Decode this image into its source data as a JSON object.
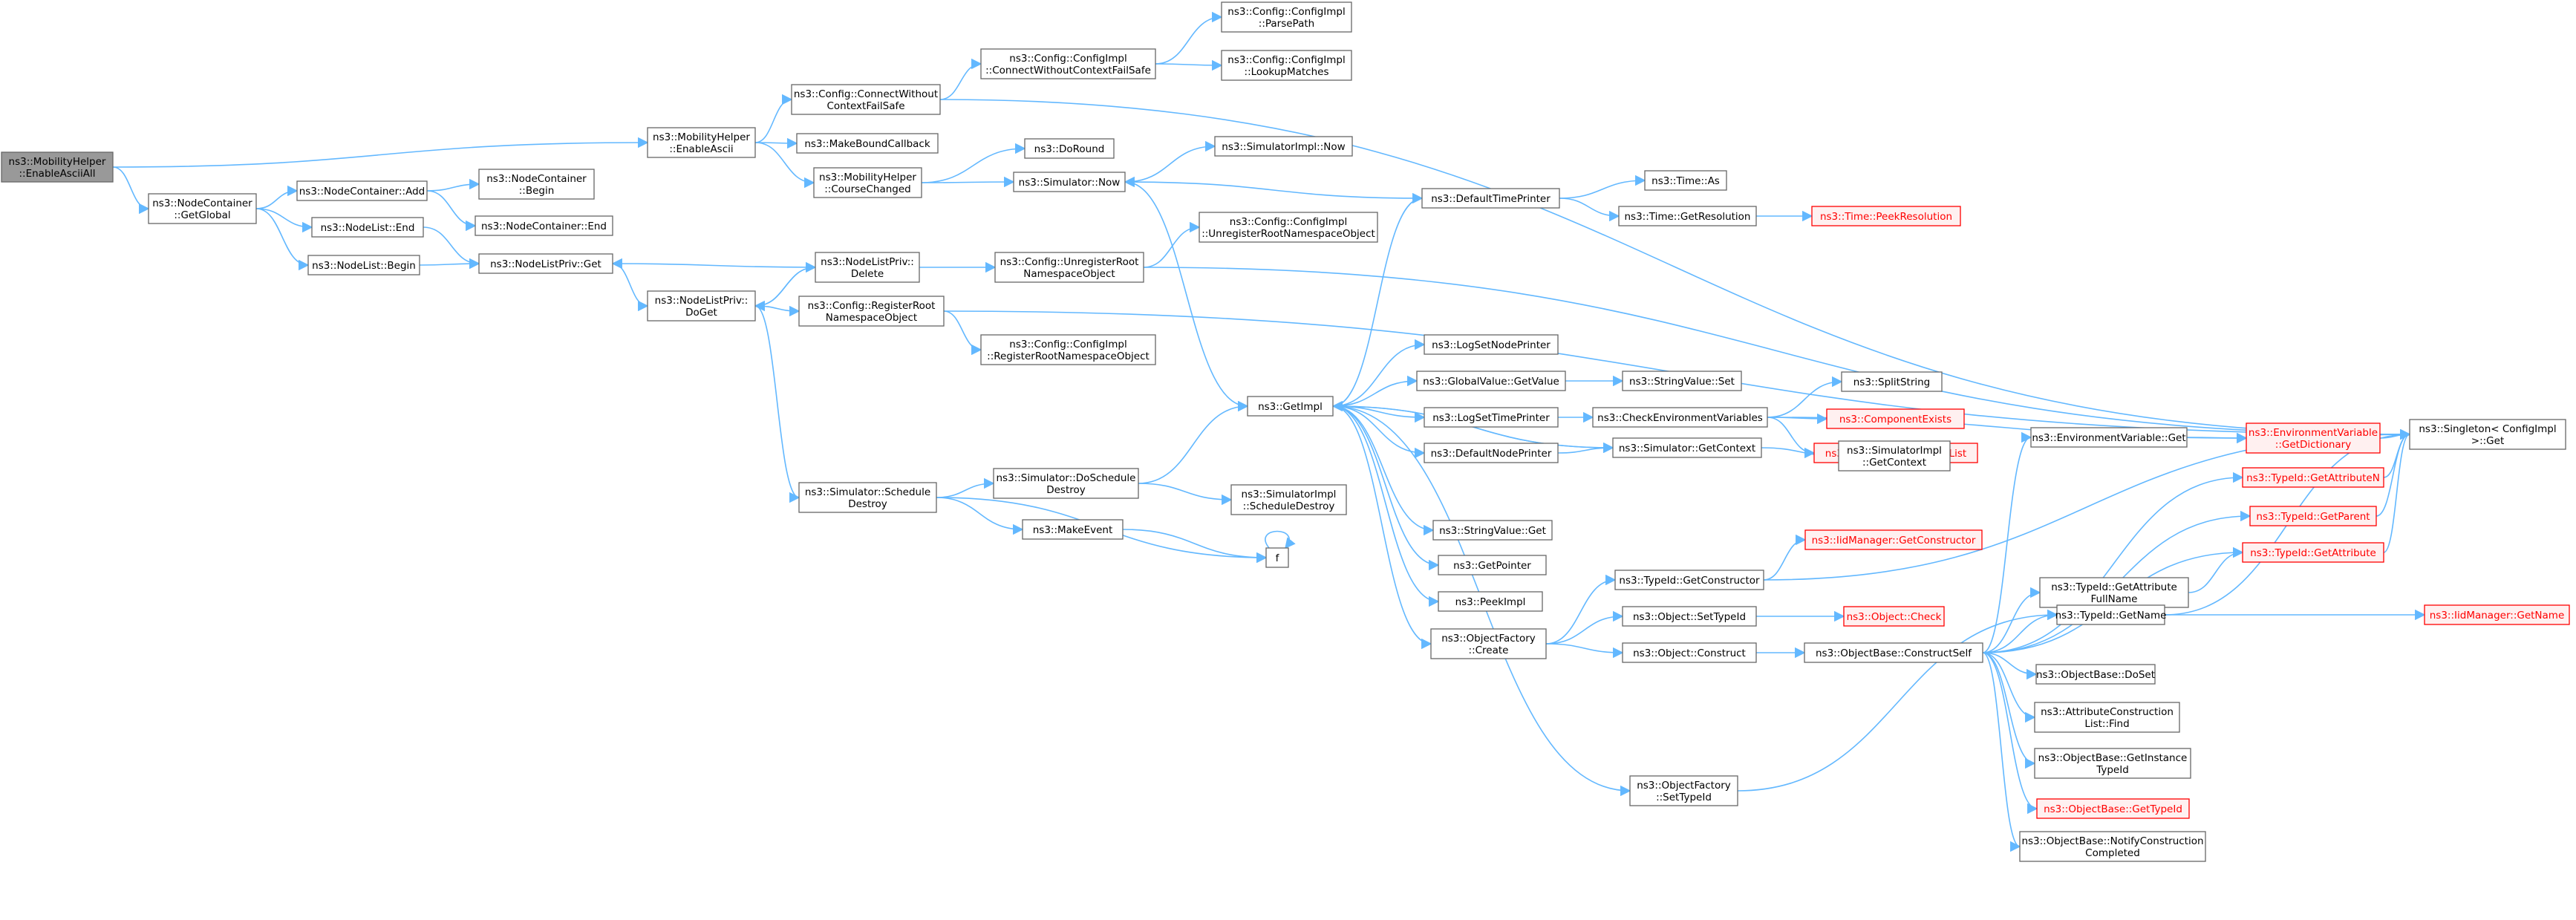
{
  "diagram": {
    "type": "call-graph",
    "colors": {
      "edge": "#63b8ff",
      "node_border": "#666666",
      "root_fill": "#999999",
      "truncated": "#ff0000"
    },
    "nodes": [
      {
        "id": "root",
        "lines": [
          "ns3::MobilityHelper",
          "::EnableAsciiAll"
        ],
        "kind": "root"
      },
      {
        "id": "enableAscii",
        "lines": [
          "ns3::MobilityHelper",
          "::EnableAscii"
        ]
      },
      {
        "id": "ncGetGlobal",
        "lines": [
          "ns3::NodeContainer",
          "::GetGlobal"
        ]
      },
      {
        "id": "connectWOCFS",
        "lines": [
          "ns3::Config::ConnectWithout",
          "ContextFailSafe"
        ]
      },
      {
        "id": "implConnectWOCFS",
        "lines": [
          "ns3::Config::ConfigImpl",
          "::ConnectWithoutContextFailSafe"
        ]
      },
      {
        "id": "parsePath",
        "lines": [
          "ns3::Config::ConfigImpl",
          "::ParsePath"
        ]
      },
      {
        "id": "lookupMatches",
        "lines": [
          "ns3::Config::ConfigImpl",
          "::LookupMatches"
        ]
      },
      {
        "id": "makeBoundCallback",
        "lines": [
          "ns3::MakeBoundCallback"
        ]
      },
      {
        "id": "courseChanged",
        "lines": [
          "ns3::MobilityHelper",
          "::CourseChanged"
        ]
      },
      {
        "id": "doRound",
        "lines": [
          "ns3::DoRound"
        ]
      },
      {
        "id": "simNow",
        "lines": [
          "ns3::Simulator::Now"
        ]
      },
      {
        "id": "simImplNow",
        "lines": [
          "ns3::SimulatorImpl::Now"
        ]
      },
      {
        "id": "ncAdd",
        "lines": [
          "ns3::NodeContainer::Add"
        ]
      },
      {
        "id": "ncBegin",
        "lines": [
          "ns3::NodeContainer",
          "::Begin"
        ]
      },
      {
        "id": "ncEnd",
        "lines": [
          "ns3::NodeContainer::End"
        ]
      },
      {
        "id": "nlEnd",
        "lines": [
          "ns3::NodeList::End"
        ]
      },
      {
        "id": "nlBegin",
        "lines": [
          "ns3::NodeList::Begin"
        ]
      },
      {
        "id": "nlpGet",
        "lines": [
          "ns3::NodeListPriv::Get"
        ]
      },
      {
        "id": "nlpDoGet",
        "lines": [
          "ns3::NodeListPriv::",
          "DoGet"
        ]
      },
      {
        "id": "nlpDelete",
        "lines": [
          "ns3::NodeListPriv::",
          "Delete"
        ]
      },
      {
        "id": "unregRoot",
        "lines": [
          "ns3::Config::UnregisterRoot",
          "NamespaceObject"
        ]
      },
      {
        "id": "implUnreg",
        "lines": [
          "ns3::Config::ConfigImpl",
          "::UnregisterRootNamespaceObject"
        ]
      },
      {
        "id": "regRoot",
        "lines": [
          "ns3::Config::RegisterRoot",
          "NamespaceObject"
        ]
      },
      {
        "id": "implReg",
        "lines": [
          "ns3::Config::ConfigImpl",
          "::RegisterRootNamespaceObject"
        ]
      },
      {
        "id": "defTimePrinter",
        "lines": [
          "ns3::DefaultTimePrinter"
        ]
      },
      {
        "id": "timeAs",
        "lines": [
          "ns3::Time::As"
        ]
      },
      {
        "id": "timeGetRes",
        "lines": [
          "ns3::Time::GetResolution"
        ]
      },
      {
        "id": "peekRes",
        "lines": [
          "ns3::Time::PeekResolution"
        ],
        "kind": "truncated"
      },
      {
        "id": "schedDestroy",
        "lines": [
          "ns3::Simulator::Schedule",
          "Destroy"
        ]
      },
      {
        "id": "doSchedDestroy",
        "lines": [
          "ns3::Simulator::DoSchedule",
          "Destroy"
        ]
      },
      {
        "id": "makeEvent",
        "lines": [
          "ns3::MakeEvent"
        ]
      },
      {
        "id": "f",
        "lines": [
          "f"
        ]
      },
      {
        "id": "getImpl",
        "lines": [
          "ns3::GetImpl"
        ]
      },
      {
        "id": "simImplSchedDestroy",
        "lines": [
          "ns3::SimulatorImpl",
          "::ScheduleDestroy"
        ]
      },
      {
        "id": "logSetNodePrinter",
        "lines": [
          "ns3::LogSetNodePrinter"
        ]
      },
      {
        "id": "gvGetValue",
        "lines": [
          "ns3::GlobalValue::GetValue"
        ]
      },
      {
        "id": "svSet",
        "lines": [
          "ns3::StringValue::Set"
        ]
      },
      {
        "id": "logSetTimePrinter",
        "lines": [
          "ns3::LogSetTimePrinter"
        ]
      },
      {
        "id": "checkEnvVars",
        "lines": [
          "ns3::CheckEnvironmentVariables"
        ]
      },
      {
        "id": "splitString",
        "lines": [
          "ns3::SplitString"
        ]
      },
      {
        "id": "compExists",
        "lines": [
          "ns3::ComponentExists"
        ],
        "kind": "truncated"
      },
      {
        "id": "logCompPrintList",
        "lines": [
          "ns3::LogComponentPrintList"
        ],
        "kind": "truncated"
      },
      {
        "id": "defNodePrinter",
        "lines": [
          "ns3::DefaultNodePrinter"
        ]
      },
      {
        "id": "simGetContext",
        "lines": [
          "ns3::Simulator::GetContext"
        ]
      },
      {
        "id": "simImplGetContext",
        "lines": [
          "ns3::SimulatorImpl",
          "::GetContext"
        ]
      },
      {
        "id": "svGet",
        "lines": [
          "ns3::StringValue::Get"
        ]
      },
      {
        "id": "getPointer",
        "lines": [
          "ns3::GetPointer"
        ]
      },
      {
        "id": "peekImpl",
        "lines": [
          "ns3::PeekImpl"
        ]
      },
      {
        "id": "ofCreate",
        "lines": [
          "ns3::ObjectFactory",
          "::Create"
        ]
      },
      {
        "id": "ofSetTypeId",
        "lines": [
          "ns3::ObjectFactory",
          "::SetTypeId"
        ]
      },
      {
        "id": "tidGetCtor",
        "lines": [
          "ns3::TypeId::GetConstructor"
        ]
      },
      {
        "id": "iidGetCtor",
        "lines": [
          "ns3::IidManager::GetConstructor"
        ],
        "kind": "truncated"
      },
      {
        "id": "objSetTypeId",
        "lines": [
          "ns3::Object::SetTypeId"
        ]
      },
      {
        "id": "objCheck",
        "lines": [
          "ns3::Object::Check"
        ],
        "kind": "truncated"
      },
      {
        "id": "objConstruct",
        "lines": [
          "ns3::Object::Construct"
        ]
      },
      {
        "id": "objBaseConstructSelf",
        "lines": [
          "ns3::ObjectBase::ConstructSelf"
        ]
      },
      {
        "id": "envVarGet",
        "lines": [
          "ns3::EnvironmentVariable::Get"
        ]
      },
      {
        "id": "envVarGetDict",
        "lines": [
          "ns3::EnvironmentVariable",
          "::GetDictionary"
        ],
        "kind": "truncated"
      },
      {
        "id": "tidGetAttrN",
        "lines": [
          "ns3::TypeId::GetAttributeN"
        ],
        "kind": "truncated"
      },
      {
        "id": "tidGetParent",
        "lines": [
          "ns3::TypeId::GetParent"
        ],
        "kind": "truncated"
      },
      {
        "id": "tidGetAttr",
        "lines": [
          "ns3::TypeId::GetAttribute"
        ],
        "kind": "truncated"
      },
      {
        "id": "tidGetAttrFull",
        "lines": [
          "ns3::TypeId::GetAttribute",
          "FullName"
        ]
      },
      {
        "id": "tidGetName",
        "lines": [
          "ns3::TypeId::GetName"
        ]
      },
      {
        "id": "iidGetName",
        "lines": [
          "ns3::IidManager::GetName"
        ],
        "kind": "truncated"
      },
      {
        "id": "singletonGet",
        "lines": [
          "ns3::Singleton< ConfigImpl",
          ">::Get"
        ]
      },
      {
        "id": "objBaseDoSet",
        "lines": [
          "ns3::ObjectBase::DoSet"
        ]
      },
      {
        "id": "attrConstrFind",
        "lines": [
          "ns3::AttributeConstruction",
          "List::Find"
        ]
      },
      {
        "id": "objBaseGetInstTid",
        "lines": [
          "ns3::ObjectBase::GetInstance",
          "TypeId"
        ]
      },
      {
        "id": "objBaseGetTid",
        "lines": [
          "ns3::ObjectBase::GetTypeId"
        ],
        "kind": "truncated"
      },
      {
        "id": "objBaseNotify",
        "lines": [
          "ns3::ObjectBase::NotifyConstruction",
          "Completed"
        ]
      }
    ]
  }
}
